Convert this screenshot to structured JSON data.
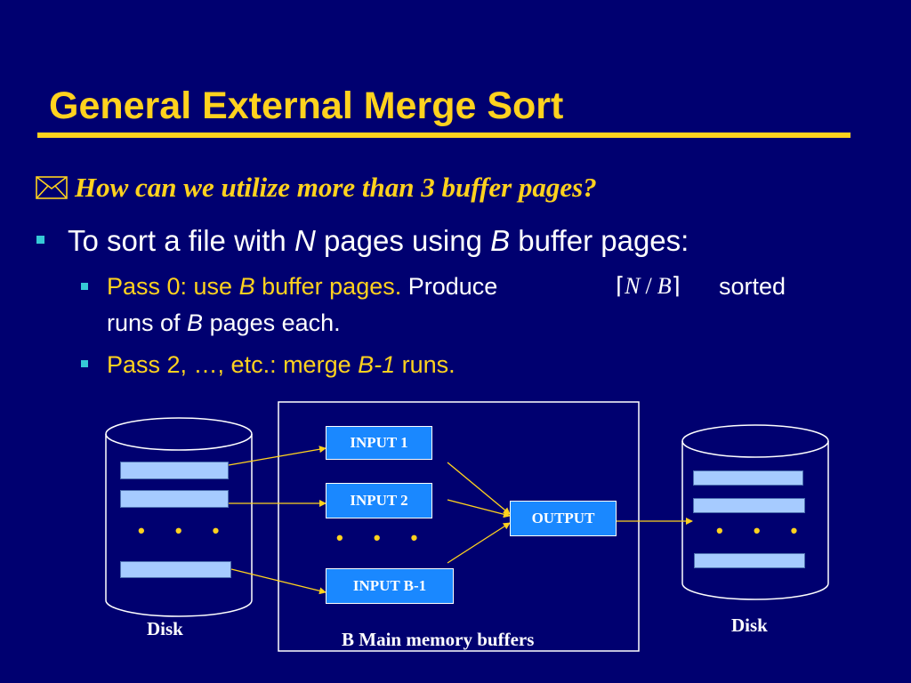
{
  "title": "General External Merge Sort",
  "question": "How can we utilize more than 3 buffer pages?",
  "bullet1": {
    "a": "To sort a file with ",
    "n": "N",
    "b": " pages using ",
    "bv": "B",
    "c": " buffer pages:"
  },
  "pass0": {
    "a": "Pass 0: use ",
    "b": "B",
    "c": " buffer pages.",
    "d": " Produce",
    "ceil_n": "N",
    "ceil_slash": "/",
    "ceil_b": "B",
    "e": "sorted",
    "f": "runs of ",
    "g": "B",
    "h": " pages each."
  },
  "pass2": {
    "a": "Pass 2, …,  etc.: merge ",
    "b": "B-1",
    "c": " runs."
  },
  "diagram": {
    "input1": "INPUT 1",
    "input2": "INPUT 2",
    "inputb": "INPUT B-1",
    "output": "OUTPUT",
    "dots": "• • •",
    "disk_left": "Disk",
    "disk_right": "Disk",
    "memory_label": "B Main memory buffers"
  },
  "colors": {
    "background": "#000070",
    "title": "#ffd21e",
    "bullet": "#36c9d6",
    "buffer": "#1a88ff",
    "disk_page": "#a6cbff",
    "arrow": "#ffd21e"
  }
}
